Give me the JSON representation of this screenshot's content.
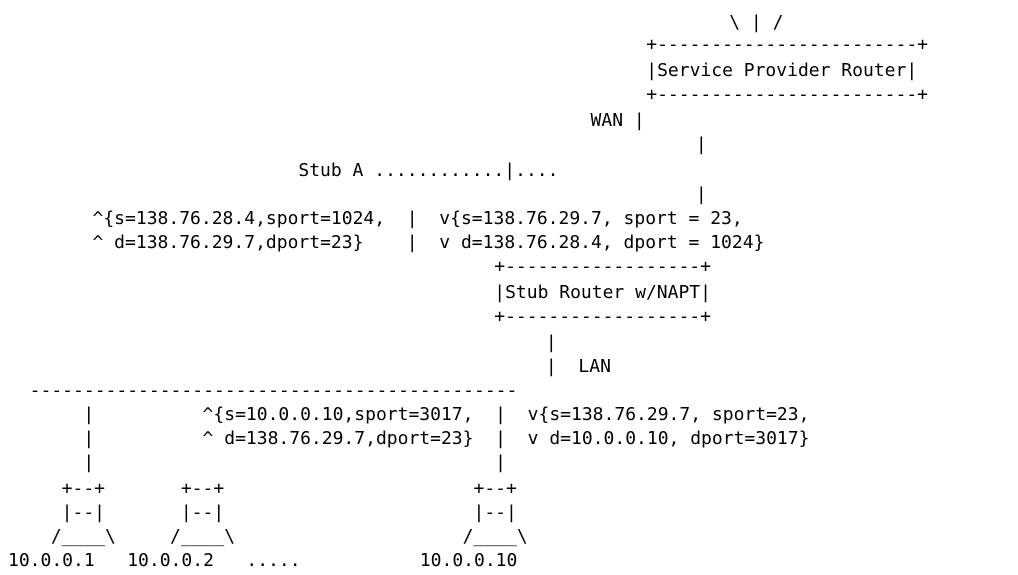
{
  "diagram": {
    "lines": [
      "                       \\ | /",
      "                 +------------------------+",
      "                 |Service Provider Router|",
      "                 +------------------------+",
      "               WAN |",
      "                   |",
      "          Stub A ............|....",
      "                   |",
      "   ^{s=138.76.28.4,sport=1024,  |  v{s=138.76.29.7, sport = 23,",
      "   ^ d=138.76.29.7,dport=23}    |  v d=138.76.28.4, dport = 1024}",
      "                 +------------------+",
      "                 |Stub Router w/NAPT|",
      "                 +------------------+",
      "                   |",
      "                   |  LAN",
      "  ---------------------------------------------",
      "    |          ^{s=10.0.0.10,sport=3017,  |  v{s=138.76.29.7, sport=23,",
      "    |          ^ d=138.76.29.7,dport=23}  |  v d=10.0.0.10, dport=3017}",
      "    |                                     |",
      "  +--+       +--+                       +--+",
      "  |--|       |--|                       |--|",
      " /____\\     /____\\                     /____\\",
      "10.0.0.1   10.0.0.2   .....           10.0.0.10"
    ]
  }
}
